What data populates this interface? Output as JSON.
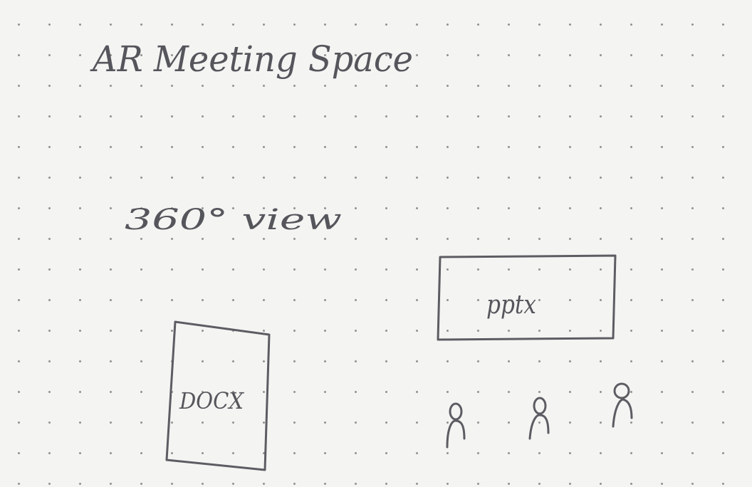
{
  "title": "AR Meeting Space",
  "view_label": "360° view",
  "presentation": {
    "label": "pptx"
  },
  "document": {
    "label": "DOCX"
  },
  "people": [
    {
      "icon": "person-icon"
    },
    {
      "icon": "person-icon"
    },
    {
      "icon": "person-icon"
    }
  ],
  "colors": {
    "paper": "#f4f4f2",
    "ink": "#5c5c63",
    "dots": "#8e8e8e"
  }
}
